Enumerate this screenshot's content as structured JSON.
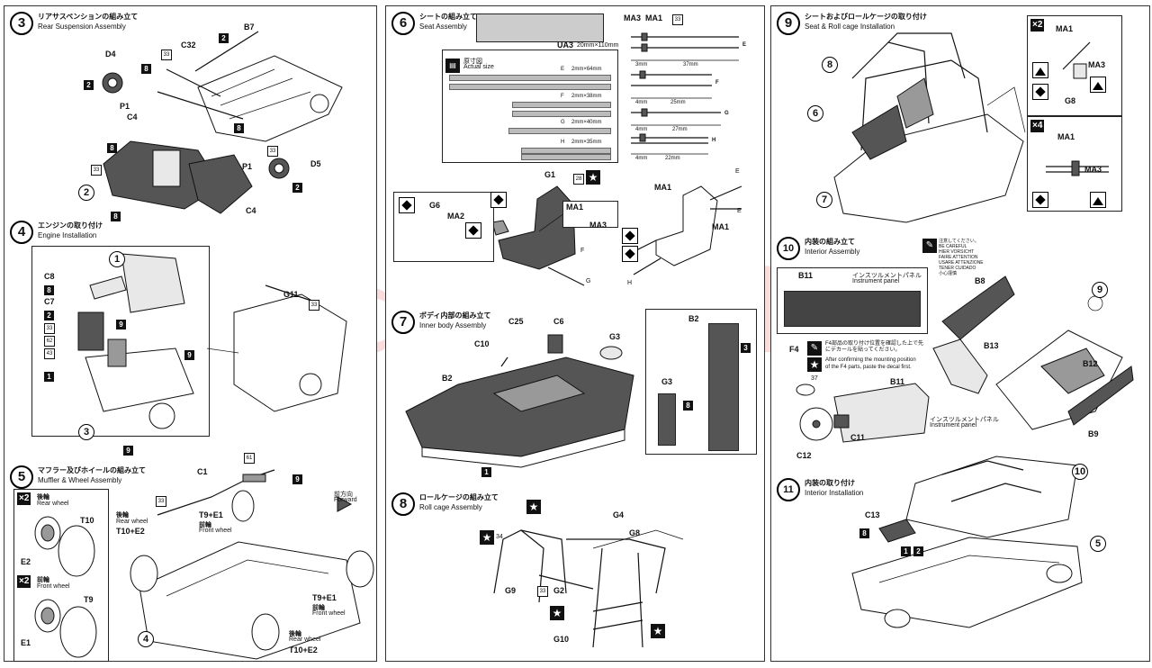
{
  "watermark": "modelartikelz",
  "steps": {
    "s3": {
      "num": "3",
      "jp": "リアサスペンションの組み立て",
      "en": "Rear Suspension Assembly"
    },
    "s4": {
      "num": "4",
      "jp": "エンジンの取り付け",
      "en": "Engine Installation"
    },
    "s5": {
      "num": "5",
      "jp": "マフラー及びホイールの組み立て",
      "en": "Muffler & Wheel Assembly"
    },
    "s6": {
      "num": "6",
      "jp": "シートの組み立て",
      "en": "Seat Assembly"
    },
    "s7": {
      "num": "7",
      "jp": "ボディ内部の組み立て",
      "en": "Inner body Assembly"
    },
    "s8": {
      "num": "8",
      "jp": "ロールケージの組み立て",
      "en": "Roll cage Assembly"
    },
    "s9": {
      "num": "9",
      "jp": "シートおよびロールケージの取り付け",
      "en": "Seat & Roll cage Installation"
    },
    "s10": {
      "num": "10",
      "jp": "内装の組み立て",
      "en": "Interior Assembly"
    },
    "s11": {
      "num": "11",
      "jp": "内装の取り付け",
      "en": "Interior Installation"
    }
  },
  "s3": {
    "parts": [
      "B7",
      "D4",
      "C32",
      "P1",
      "C4",
      "D5",
      "P1",
      "C4",
      "2"
    ],
    "nums": [
      "2",
      "8",
      "33",
      "33",
      "8",
      "8",
      "33",
      "8",
      "2",
      "2"
    ]
  },
  "s4": {
    "parts": [
      "1",
      "C8",
      "8",
      "C7",
      "2",
      "33",
      "62",
      "43",
      "1",
      "9",
      "9",
      "3",
      "9",
      "G11",
      "33"
    ]
  },
  "s5": {
    "rear_x": "×2",
    "rear_jp": "後輪",
    "rear_en": "Rear wheel",
    "rear_tire": "T10",
    "rear_rim": "E2",
    "front_x": "×2",
    "front_jp": "前輪",
    "front_en": "Front wheel",
    "front_tire": "T9",
    "front_rim": "E1",
    "c1": "C1",
    "n61": "61",
    "n9": "9",
    "n33": "33",
    "fr_rear_jp": "後輪",
    "fr_rear_en": "Rear wheel",
    "fr_rear_val": "T10+E2",
    "fr_front_val": "T9+E1",
    "fr_front_jp": "前輪",
    "fr_front_en": "Front wheel",
    "forward_jp": "前方向",
    "forward_en": "Forward",
    "fr_front2_val": "T9+E1",
    "fr_front2_jp": "前輪",
    "fr_front2_en": "Front wheel",
    "fr_rear2_jp": "後輪",
    "fr_rear2_en": "Rear wheel",
    "fr_rear2_val": "T10+E2",
    "c4": "4"
  },
  "s6": {
    "ua3": "UA3",
    "ua3_size": "20mm×110mm",
    "actual_jp": "原寸図",
    "actual_en": "Actual size",
    "bars": [
      {
        "code": "E",
        "size": "2mm×64mm"
      },
      {
        "code": "F",
        "size": "2mm×38mm"
      },
      {
        "code": "G",
        "size": "2mm×40mm"
      },
      {
        "code": "H",
        "size": "2mm×35mm"
      }
    ],
    "ma3": "MA3",
    "ma1": "MA1",
    "n33": "33",
    "dims": [
      "3mm",
      "37mm",
      "4mm",
      "25mm",
      "4mm",
      "27mm",
      "4mm",
      "22mm"
    ],
    "dim_letters": [
      "E",
      "F",
      "G",
      "H"
    ],
    "g1": "G1",
    "n28": "28",
    "g6": "G6",
    "ma2": "MA2",
    "ma1b": "MA1",
    "ma3b": "MA3",
    "f": "F",
    "g": "G",
    "ma1c": "MA1",
    "ma1d": "MA1",
    "e1": "E",
    "e2": "E",
    "h": "H"
  },
  "s7": {
    "c25": "C25",
    "c6": "C6",
    "c10": "C10",
    "g3": "G3",
    "b2": "B2",
    "n1": "1",
    "b2_box": "B2",
    "g3_box": "G3",
    "n8": "8",
    "n3": "3"
  },
  "s8": {
    "g4": "G4",
    "g8": "G8",
    "g9": "G9",
    "g2": "G2",
    "g10": "G10",
    "n34": "34",
    "n33": "33"
  },
  "s9": {
    "n8": "8",
    "n6": "6",
    "n7": "7",
    "x2": "×2",
    "ma1": "MA1",
    "ma3": "MA3",
    "g8": "G8",
    "x4": "×4",
    "ma1b": "MA1",
    "ma3b": "MA3"
  },
  "s10": {
    "b11": "B11",
    "panel_jp": "インスツルメントパネル",
    "panel_en": "Instrument panel",
    "caution_lines": [
      "注意してください。",
      "BE CAREFUL",
      "HIER VORSICHT",
      "FAIRE ATTENTION",
      "USARE ATTENZIONE",
      "TENER CUIDADO",
      "小心謹慎"
    ],
    "f4": "F4",
    "f4_jp": "F4部品の取り付け位置を確認した上で先にデカールを貼ってください。",
    "f4_en1": "After confirming the mounting position",
    "f4_en2": "of the F4 parts, paste the decal first.",
    "b11b": "B11",
    "n37": "37",
    "c11": "C11",
    "c12": "C12",
    "b8": "B8",
    "n9": "9",
    "b13": "B13",
    "b12": "B12",
    "b9": "B9",
    "panel2_jp": "インスツルメントパネル",
    "panel2_en": "Instrument panel"
  },
  "s11": {
    "c13": "C13",
    "n8": "8",
    "n1": "1",
    "n2": "2",
    "n10": "10",
    "n5": "5"
  }
}
